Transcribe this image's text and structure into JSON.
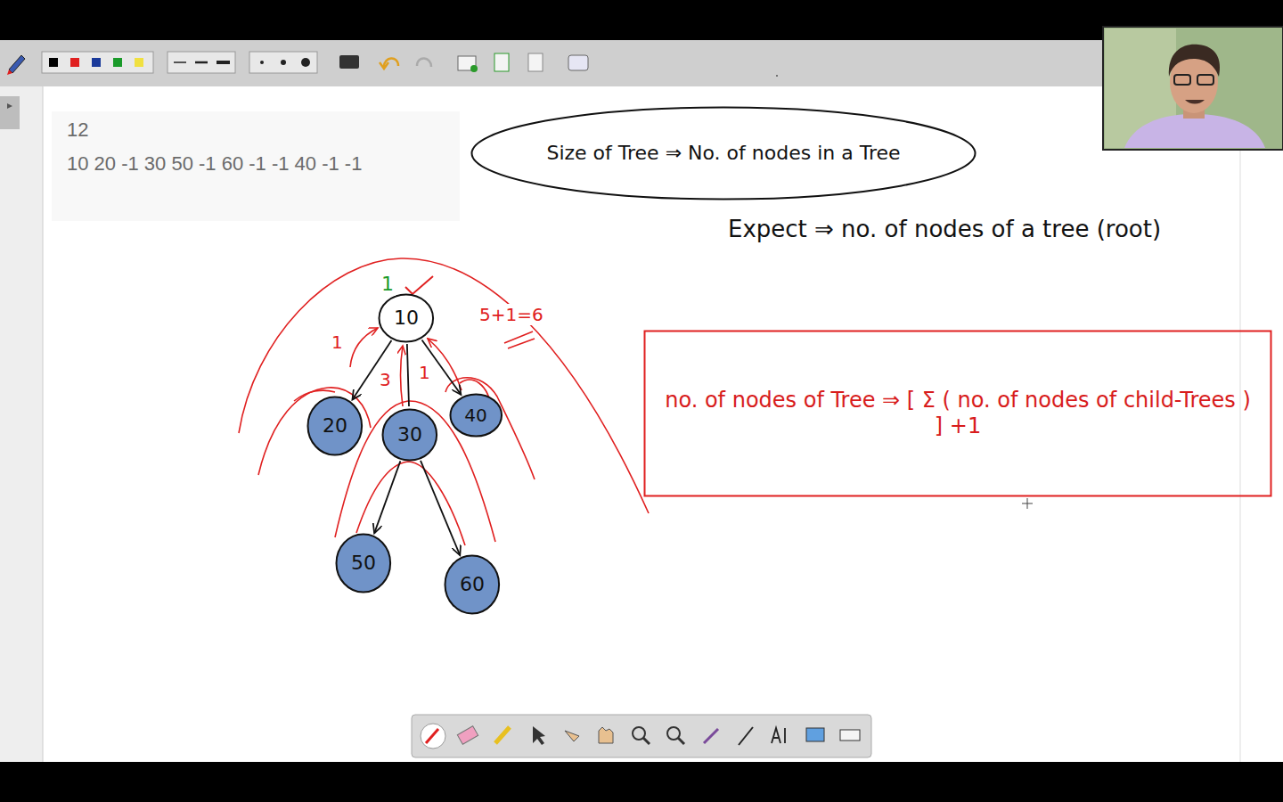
{
  "diagram": {
    "nodes": [
      {
        "text": [
          "Size of Tree ⇒ No. of nodes in a Tree"
        ]
      },
      {
        "text": [
          "10"
        ]
      },
      {
        "text": [
          "20"
        ]
      },
      {
        "text": [
          "30"
        ]
      },
      {
        "text": [
          "40"
        ]
      },
      {
        "text": [
          "50"
        ]
      },
      {
        "text": [
          "60"
        ]
      },
      {
        "text": [
          "no. of nodes of Tree ⇒ [ Σ ( no. of nodes of child-Trees ) ] +1"
        ]
      }
    ],
    "edges": [
      {
        "from": 1,
        "to": 2,
        "arrow": "to"
      },
      {
        "from": 1,
        "to": 3,
        "arrow": "none"
      },
      {
        "from": 1,
        "to": 4,
        "arrow": "to"
      },
      {
        "from": 3,
        "to": 5,
        "arrow": "to"
      },
      {
        "from": 3,
        "to": 6,
        "arrow": "to"
      }
    ],
    "labels": [
      "12",
      "10 20 -1 30 50 -1 60 -1 -1 40 -1 -1",
      "Expect ⇒ no. of nodes of a tree (root)",
      "1",
      "5+1=6",
      "1",
      "3",
      "1"
    ]
  }
}
